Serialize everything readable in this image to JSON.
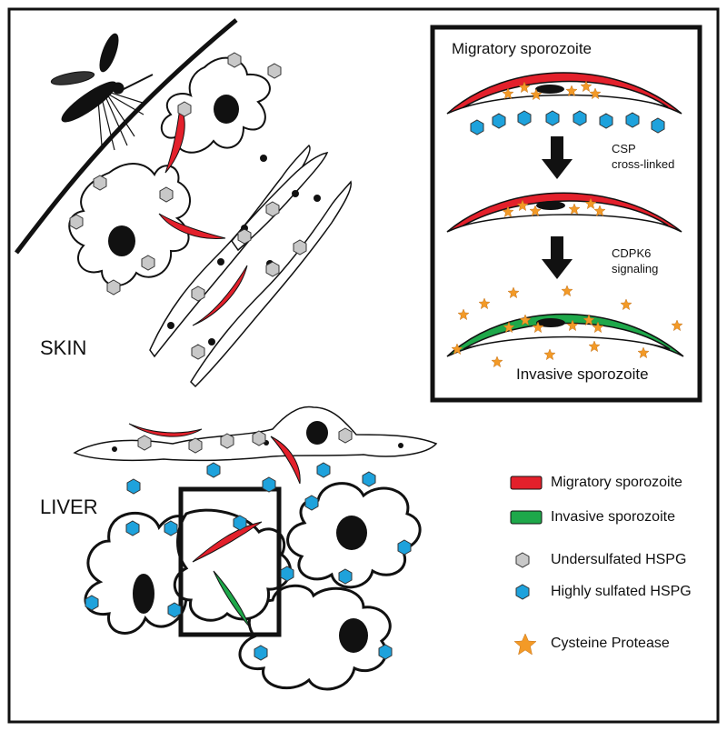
{
  "labels": {
    "skin": "SKIN",
    "liver": "LIVER"
  },
  "inset": {
    "title": "Migratory sporozoite",
    "step1_line1": "CSP",
    "step1_line2": "cross-linked",
    "step2_line1": "CDPK6",
    "step2_line2": "signaling",
    "footer": "Invasive sporozoite"
  },
  "legend": {
    "migratory": "Migratory sporozoite",
    "invasive": "Invasive sporozoite",
    "undersulfated": "Undersulfated HSPG",
    "highly_sulfated": "Highly sulfated HSPG",
    "protease": "Cysteine Protease"
  },
  "colors": {
    "migratory": "#e3202b",
    "invasive": "#1ea84a",
    "undersulfated": "#c8c8c8",
    "highly_sulfated": "#1ea2dc",
    "protease": "#f39a27",
    "outline": "#111111"
  }
}
